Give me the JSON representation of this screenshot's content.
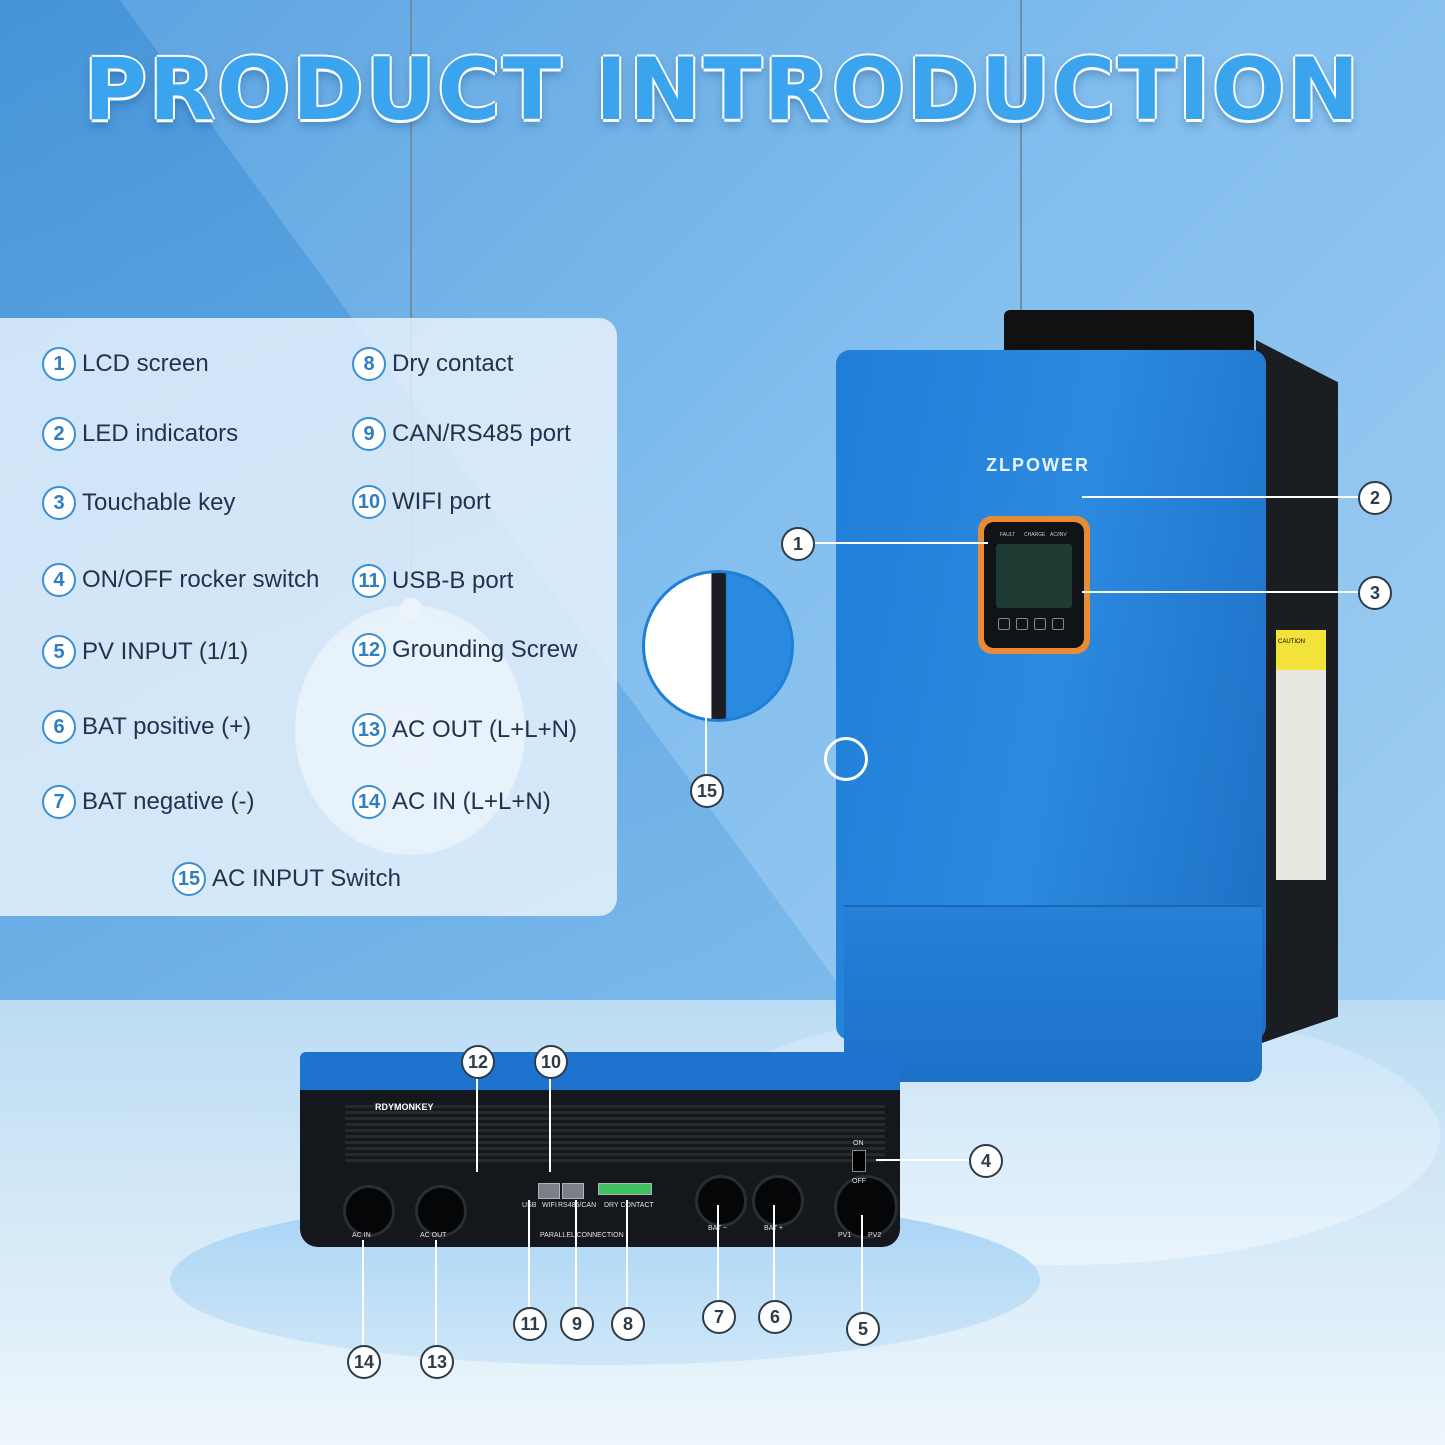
{
  "title": "PRODUCT INTRODUCTION",
  "brand": "ZLPOWER",
  "bottom_brand": "RDYMONKEY",
  "features_left": [
    {
      "num": "1",
      "label": "LCD screen"
    },
    {
      "num": "2",
      "label": "LED indicators"
    },
    {
      "num": "3",
      "label": "Touchable key"
    },
    {
      "num": "4",
      "label": "ON/OFF rocker switch"
    },
    {
      "num": "5",
      "label": "PV INPUT (1/1)"
    },
    {
      "num": "6",
      "label": "BAT positive (+)"
    },
    {
      "num": "7",
      "label": "BAT negative (-)"
    }
  ],
  "features_right": [
    {
      "num": "8",
      "label": "Dry contact"
    },
    {
      "num": "9",
      "label": "CAN/RS485 port"
    },
    {
      "num": "10",
      "label": "WIFI port"
    },
    {
      "num": "11",
      "label": "USB-B port"
    },
    {
      "num": "12",
      "label": "Grounding Screw"
    },
    {
      "num": "13",
      "label": "AC OUT (L+L+N)"
    },
    {
      "num": "14",
      "label": "AC IN (L+L+N)"
    }
  ],
  "feature_bottom": {
    "num": "15",
    "label": "AC INPUT Switch"
  },
  "leds": [
    "FAULT",
    "CHARGE",
    "AC/INV"
  ],
  "port_labels": {
    "ac_in": "AC IN",
    "ac_out": "AC OUT",
    "usb": "USB",
    "wifi": "WIFI",
    "rs485": "RS485/CAN",
    "dry": "DRY CONTACT",
    "parallel": "PARALLEL CONNECTION",
    "bat_neg": "BAT −",
    "bat_pos": "BAT +",
    "pv1": "PV1",
    "pv2": "PV2",
    "on": "ON",
    "off": "OFF"
  },
  "callouts": [
    "1",
    "2",
    "3",
    "4",
    "5",
    "6",
    "7",
    "8",
    "9",
    "10",
    "11",
    "12",
    "13",
    "14",
    "15"
  ],
  "caution": "CAUTION"
}
